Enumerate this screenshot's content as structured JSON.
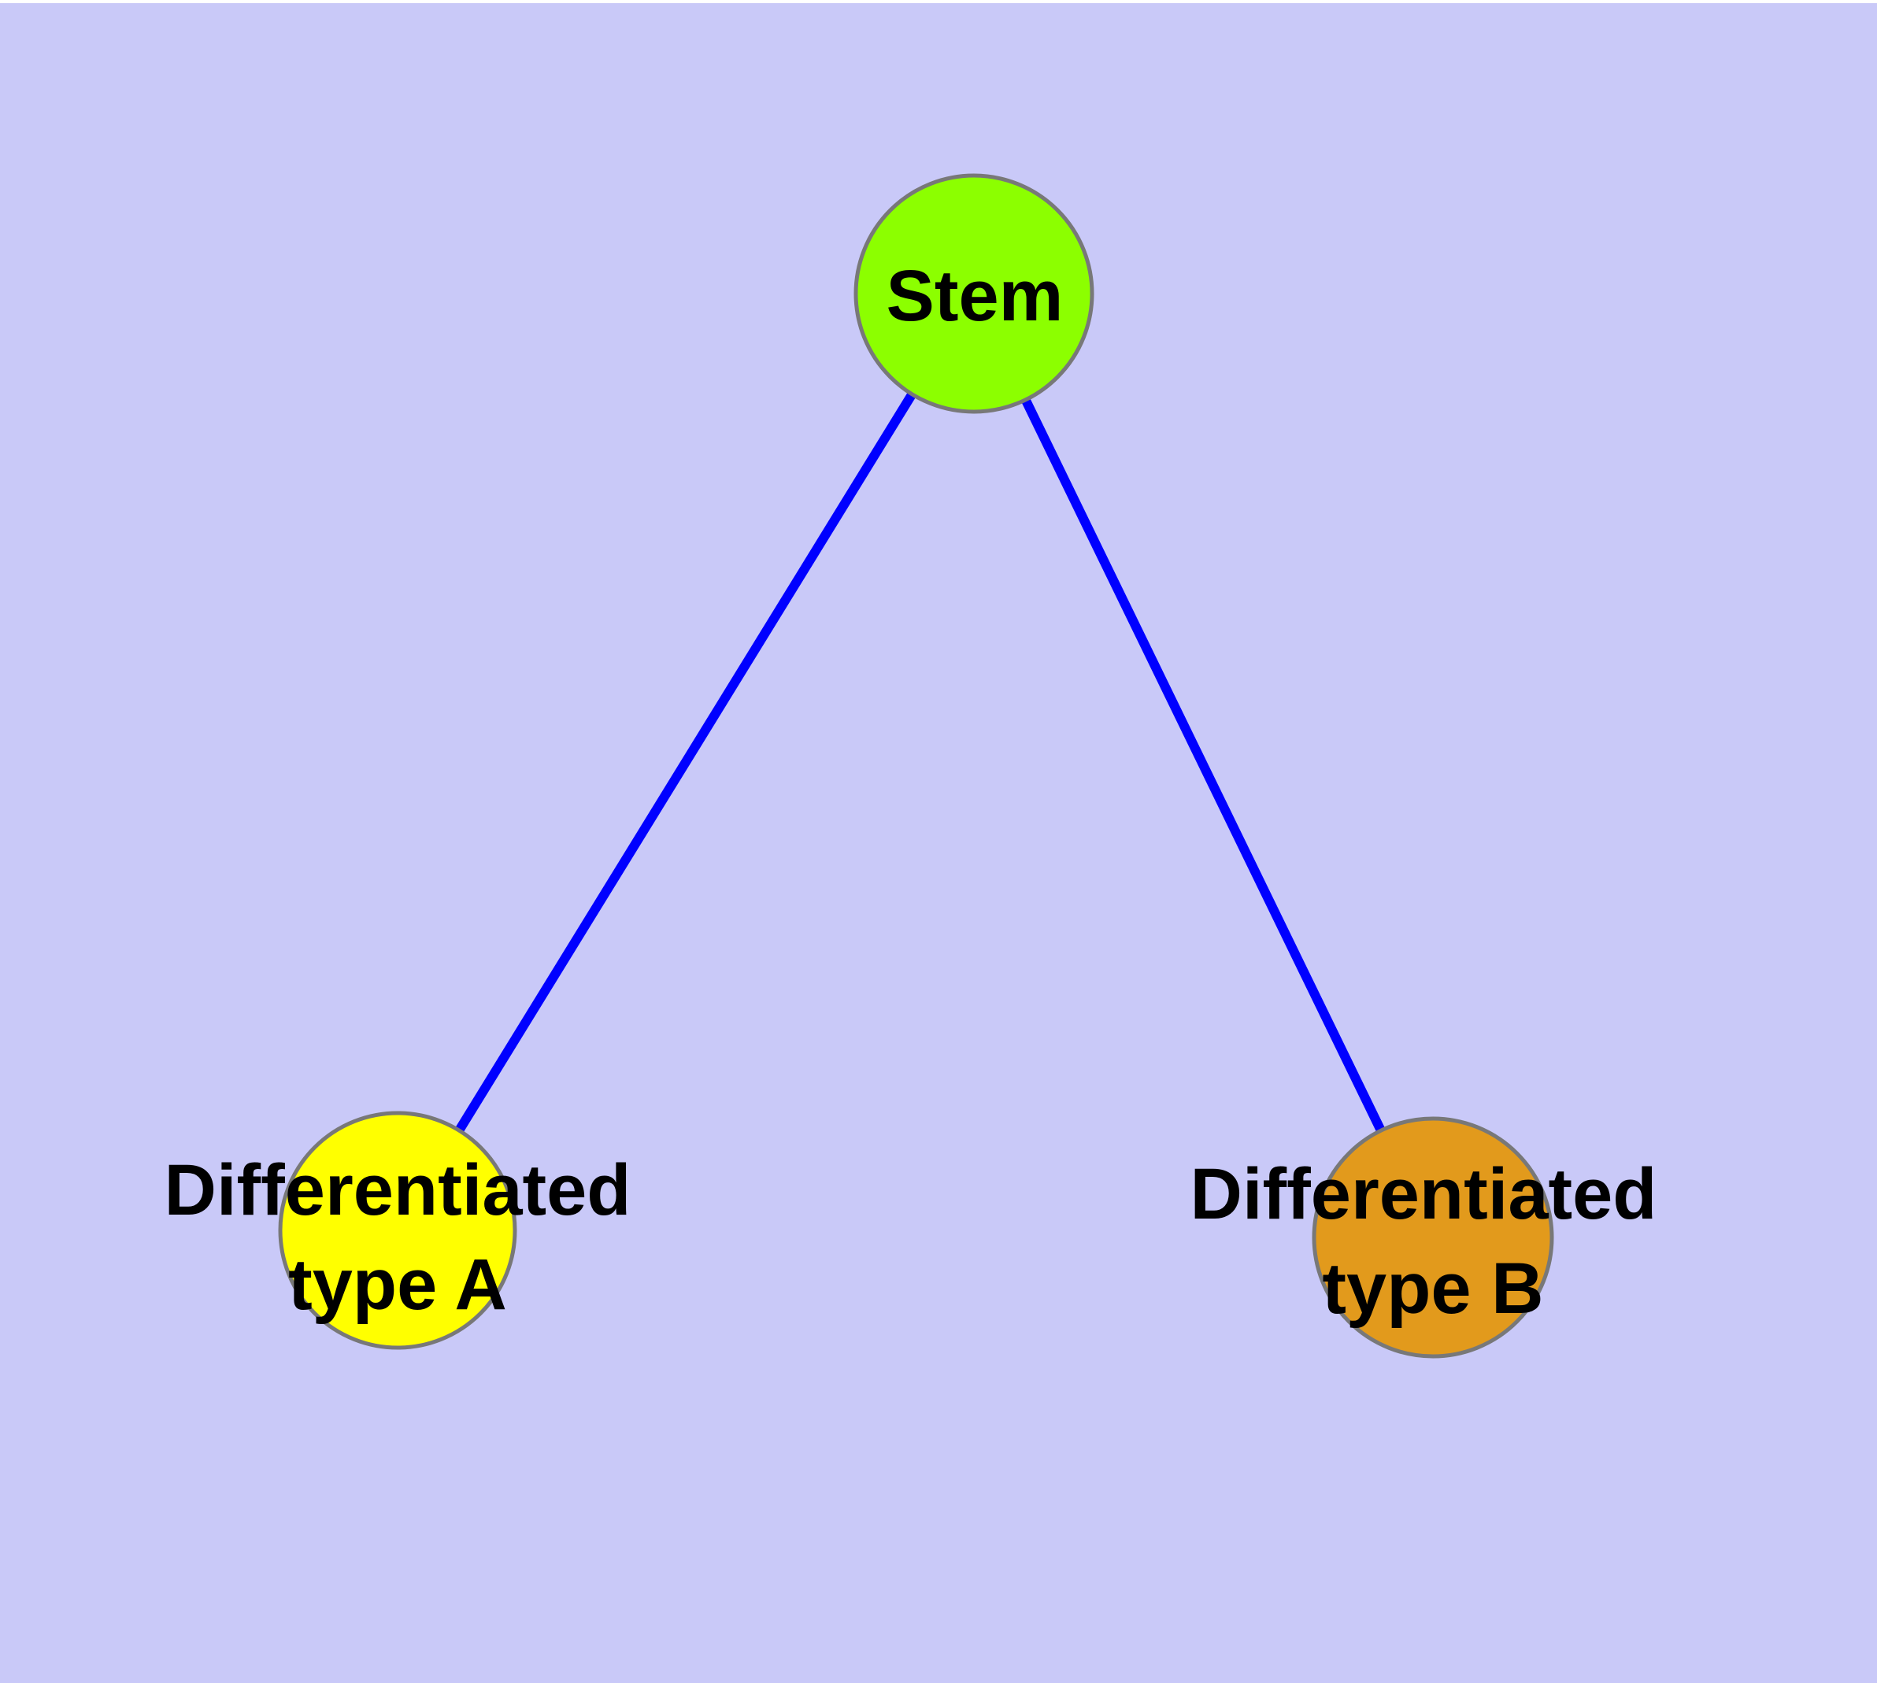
{
  "diagram": {
    "type": "graph",
    "description_of_content": "Cell lineage tree: one stem node branching to two differentiated cell type nodes",
    "colors": {
      "background": "#C9C9F8",
      "top_margin": "#FFFFFF",
      "edge": "#0000FF",
      "node_border": "#787878",
      "label_text": "#000000"
    },
    "nodes": {
      "stem": {
        "label": "Stem",
        "fill": "#8CFF00"
      },
      "type_a": {
        "label_line1": "Differentiated",
        "label_line2": "type A",
        "fill": "#FFFF00"
      },
      "type_b": {
        "label_line1": "Differentiated",
        "label_line2": "type B",
        "fill": "#E29A1C"
      }
    },
    "edges": [
      {
        "from": "Stem",
        "to": "Differentiated type A"
      },
      {
        "from": "Stem",
        "to": "Differentiated type B"
      }
    ]
  }
}
